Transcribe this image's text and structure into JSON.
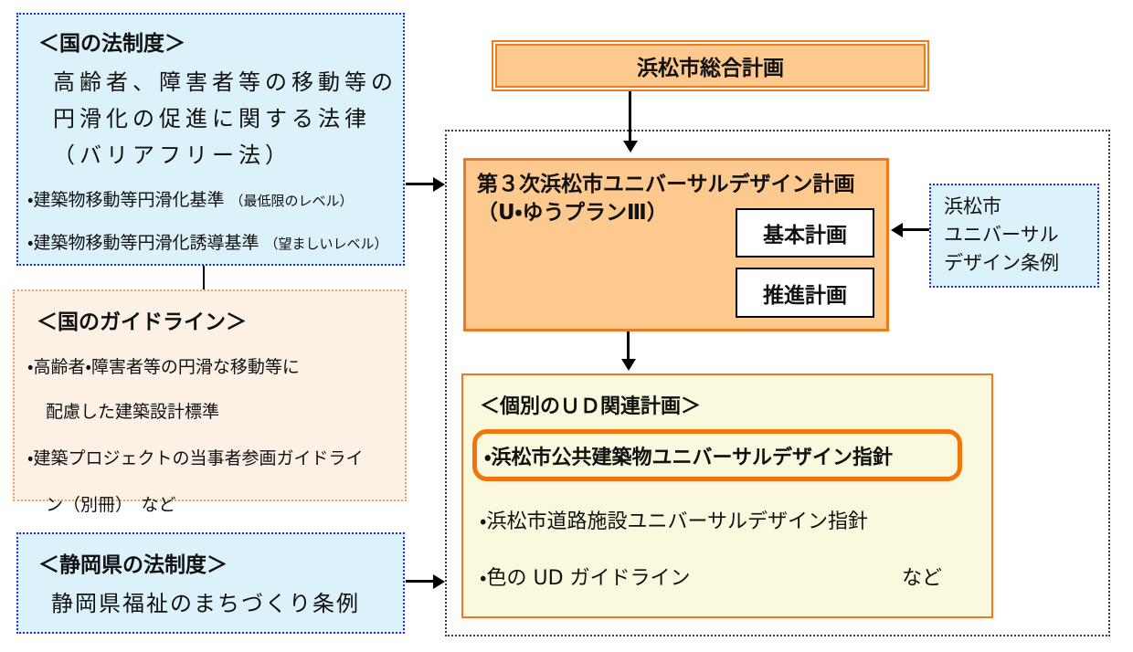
{
  "national_law": {
    "title": "＜国の法制度＞",
    "line1": "高齢者、障害者等の移動等の",
    "line2": "円滑化の促進に関する法律",
    "line3": "（バリアフリー法）",
    "bullet1": "・建築物移動等円滑化基準",
    "bullet1_note": "（最低限のレベル）",
    "bullet2": "・建築物移動等円滑化誘導基準",
    "bullet2_note": "（望ましいレベル）"
  },
  "national_guideline": {
    "title": "＜国のガイドライン＞",
    "bullet1_line1": "・高齢者・障害者等の円滑な移動等に",
    "bullet1_line2": "配慮した建築設計標準",
    "bullet2_line1": "・建築プロジェクトの当事者参画ガイドライ",
    "bullet2_line2": "ン（別冊）　など"
  },
  "shizuoka_law": {
    "title": "＜静岡県の法制度＞",
    "body": "静岡県福祉のまちづくり条例"
  },
  "city_master_plan": {
    "label": "浜松市総合計画"
  },
  "ud_plan": {
    "title_line1": "第３次浜松市ユニバーサルデザイン計画",
    "title_line2": "（U・ゆうプランⅢ）",
    "sub_box1": "基本計画",
    "sub_box2": "推進計画"
  },
  "ud_ordinance": {
    "line1": "浜松市",
    "line2": "ユニバーサル",
    "line3": "デザイン条例"
  },
  "individual_plans": {
    "title": "＜個別のＵＤ関連計画＞",
    "highlighted_item": "・浜松市公共建築物ユニバーサルデザイン指針",
    "item2": "・浜松市道路施設ユニバーサルデザイン指針",
    "item3": "・色の UD ガイドライン",
    "item3_suffix": "など"
  },
  "colors": {
    "cyan_fill": "#dbf2fa",
    "blue_dotted_border": "#2222ff",
    "peach_fill": "#fdf0e5",
    "peach_dotted_border": "#f0a25e",
    "orange_fill": "#fdc98e",
    "orange_border": "#f0791e",
    "yellow_fill": "#fbf9dd",
    "highlight_orange": "#f0750f",
    "container_dotted": "#3a3a3a"
  }
}
